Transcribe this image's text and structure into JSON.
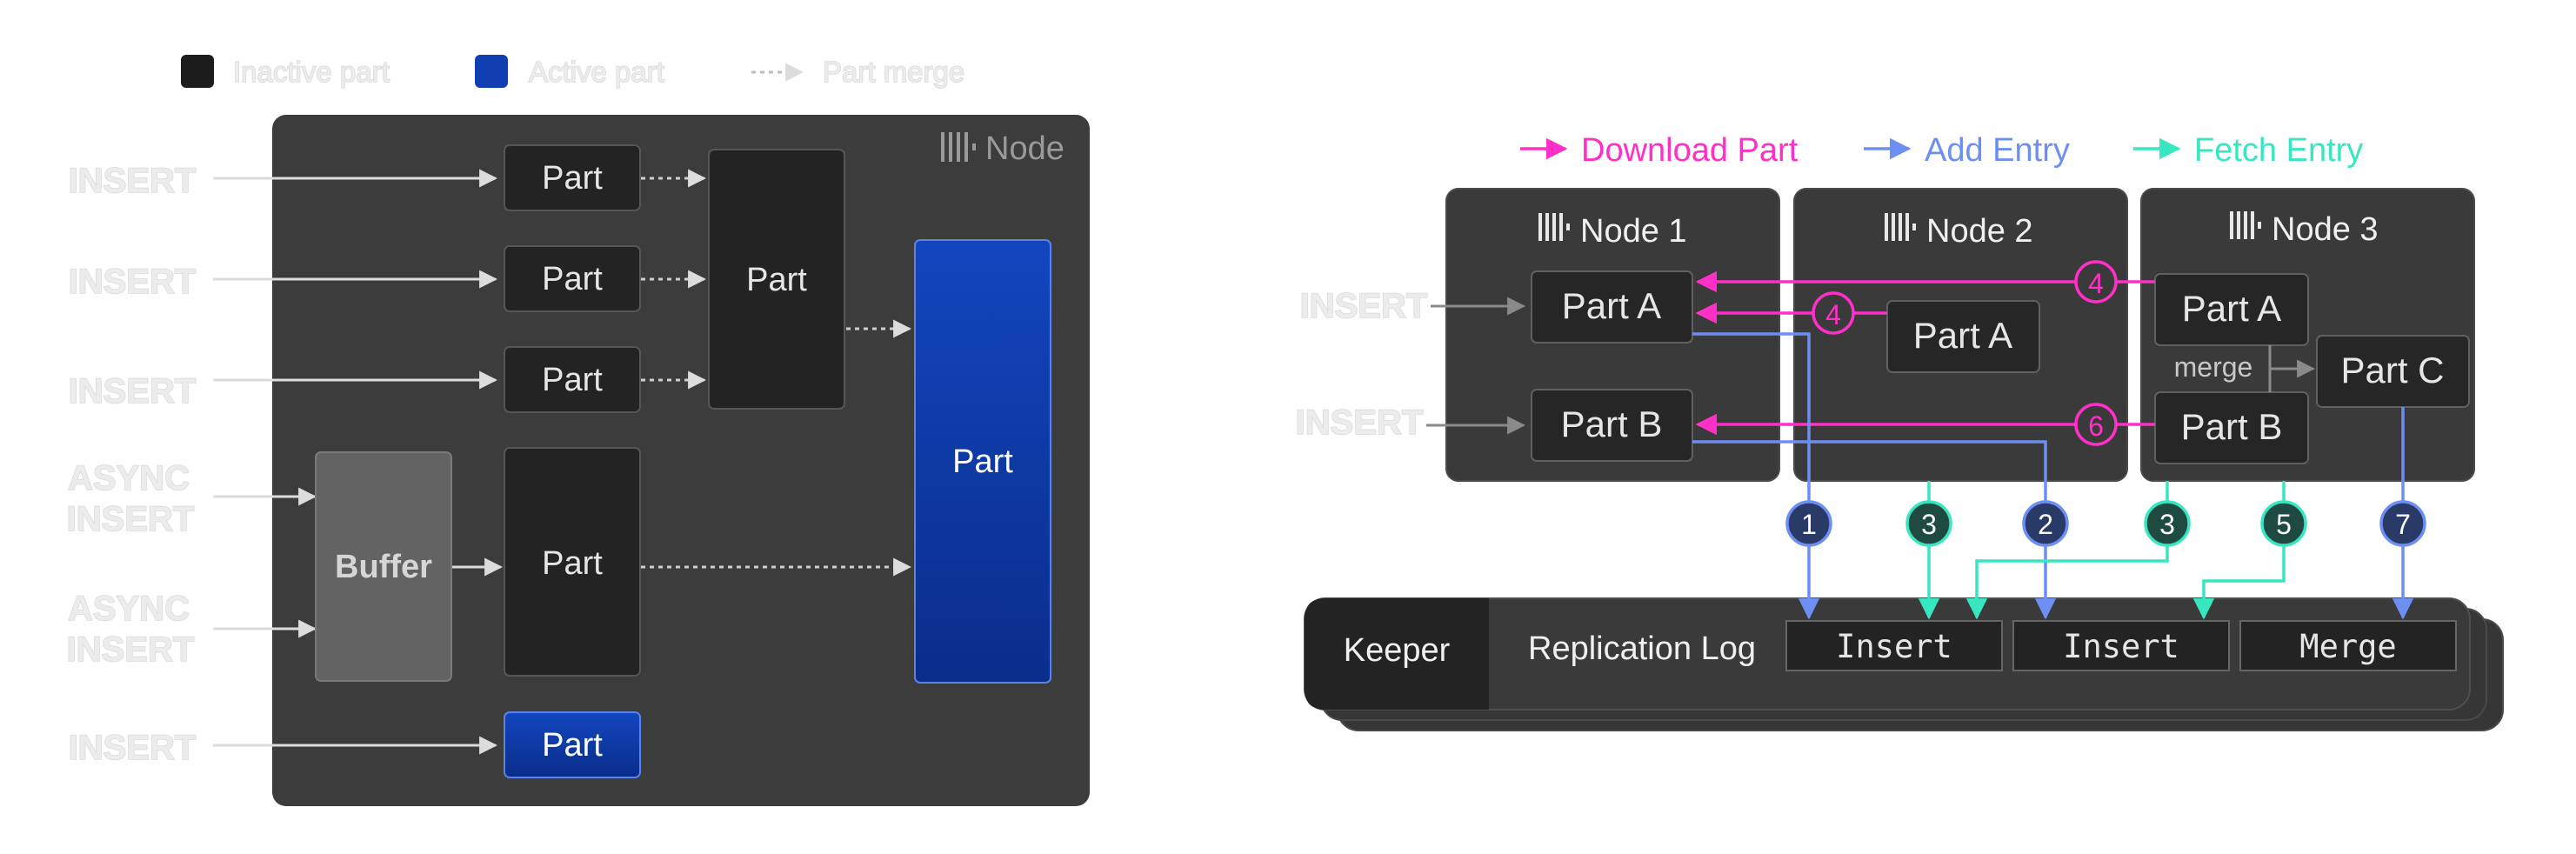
{
  "left": {
    "legend": {
      "inactive": "Inactive part",
      "active": "Active part",
      "merge": "Part merge"
    },
    "node_label": "Node",
    "insert_label": "INSERT",
    "async_label_1": "ASYNC",
    "async_label_2": "INSERT",
    "part_label": "Part",
    "buffer_label": "Buffer"
  },
  "right": {
    "legend": {
      "download": "Download Part",
      "add": "Add Entry",
      "fetch": "Fetch Entry"
    },
    "nodes": [
      "Node 1",
      "Node 2",
      "Node 3"
    ],
    "insert_label": "INSERT",
    "parts": {
      "n1a": "Part A",
      "n1b": "Part B",
      "n2a": "Part A",
      "n3a": "Part A",
      "n3b": "Part B",
      "n3c": "Part C"
    },
    "merge_label": "merge",
    "badges": {
      "pink_top": "4",
      "pink_mid": "4",
      "pink_low": "6",
      "blue_1": "1",
      "green_3a": "3",
      "blue_2": "2",
      "green_3b": "3",
      "green_5": "5",
      "blue_7": "7"
    },
    "keeper": {
      "label": "Keeper",
      "log_label": "Replication Log",
      "entries": [
        "Insert",
        "Insert",
        "Merge"
      ]
    }
  },
  "colors": {
    "pink": "#ff2fc8",
    "blue": "#6e8ff2",
    "green": "#38e6c0",
    "node_bg": "#3c3c3c",
    "part_dark": "#232323",
    "active_blue": "#0f3fb0",
    "buffer": "#636363"
  }
}
